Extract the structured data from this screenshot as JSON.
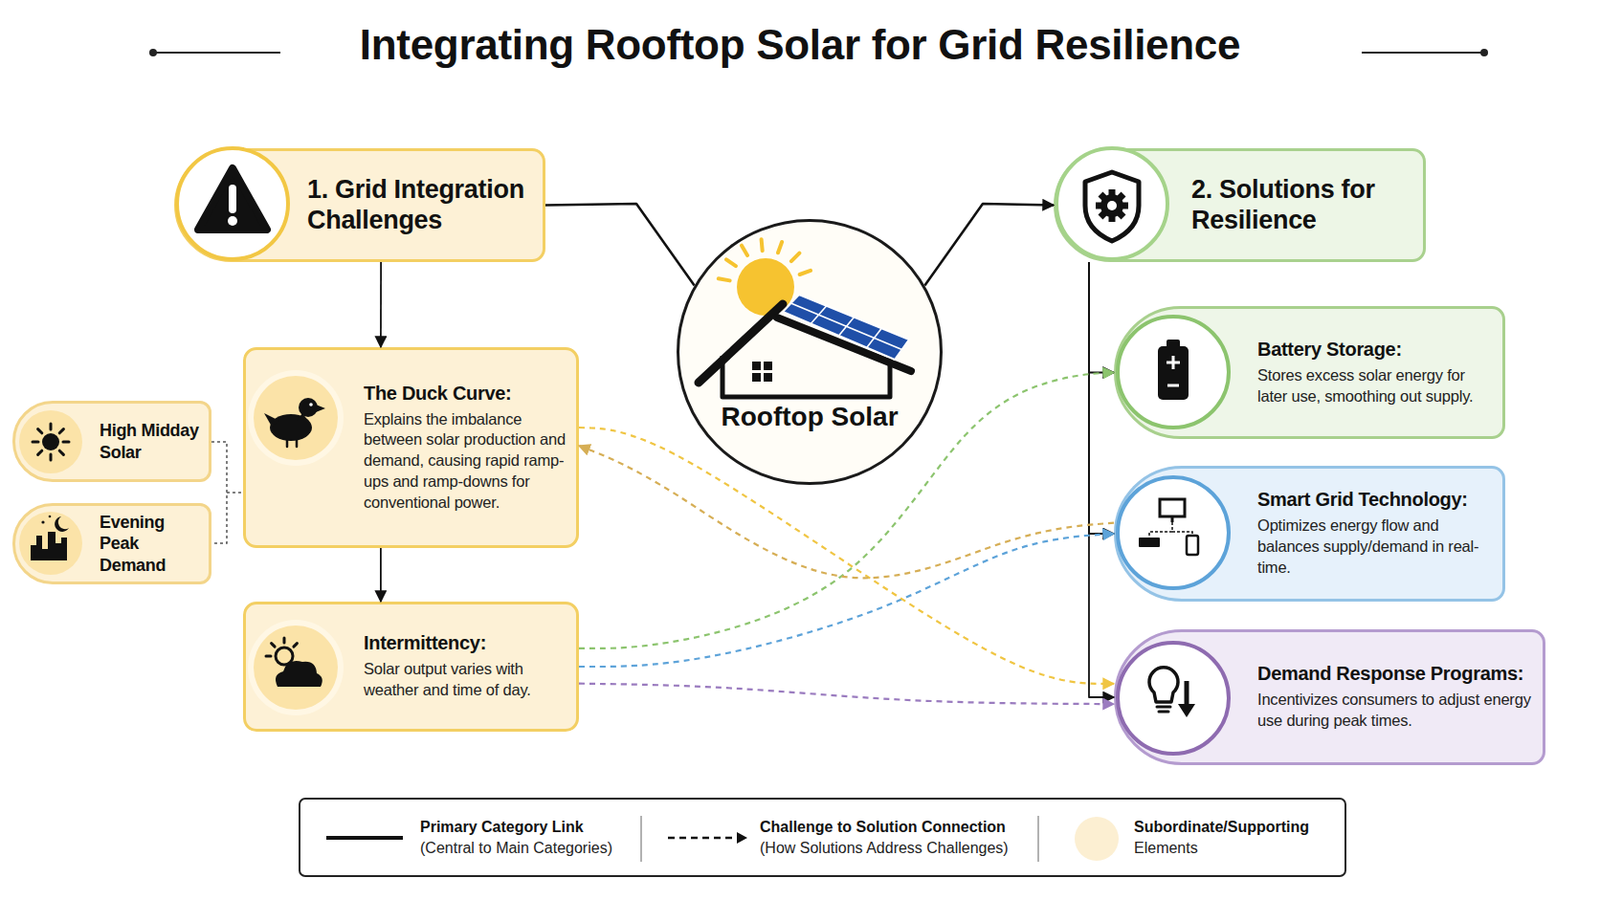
{
  "diagram": {
    "title": "Integrating Rooftop Solar for Grid Resilience",
    "nodes": [
      {
        "text": [
          "1. Grid Integration Challenges"
        ]
      },
      {
        "text": [
          "Rooftop Solar"
        ]
      },
      {
        "text": [
          "2. Solutions for Resilience"
        ]
      },
      {
        "text": [
          "High Midday Solar"
        ]
      },
      {
        "text": [
          "Evening Peak Demand"
        ]
      },
      {
        "text": [
          "The Duck Curve:",
          "Explains the imbalance between solar production and demand, causing rapid ramp-ups and ramp-downs for conventional power."
        ]
      },
      {
        "text": [
          "Intermittency:",
          "Solar output varies with weather and time of day."
        ]
      },
      {
        "text": [
          "Battery Storage:",
          "Stores excess solar energy for later use, smoothing out supply."
        ]
      },
      {
        "text": [
          "Smart Grid Technology:",
          "Optimizes energy flow and balances supply/demand in real-time."
        ]
      },
      {
        "text": [
          "Demand Response Programs:",
          "Incentivizes consumers to adjust energy use during peak times."
        ]
      }
    ],
    "edges": [
      {
        "from": 1,
        "to": 0,
        "arrow": "none"
      },
      {
        "from": 1,
        "to": 2,
        "arrow": "to"
      },
      {
        "from": 0,
        "to": 5,
        "arrow": "to"
      },
      {
        "from": 5,
        "to": 6,
        "arrow": "to"
      },
      {
        "from": 2,
        "to": 7,
        "arrow": "to"
      },
      {
        "from": 2,
        "to": 8,
        "arrow": "to"
      },
      {
        "from": 2,
        "to": 9,
        "arrow": "to"
      },
      {
        "from": 6,
        "to": 7,
        "arrow": "to"
      },
      {
        "from": 6,
        "to": 8,
        "arrow": "to"
      },
      {
        "from": 6,
        "to": 9,
        "arrow": "to"
      },
      {
        "from": 5,
        "to": 9,
        "arrow": "to"
      },
      {
        "from": 8,
        "to": 5,
        "arrow": "to"
      }
    ],
    "legend": [
      {
        "text": "Primary Category Link (Central to Main Categories)"
      },
      {
        "text": "Challenge to Solution Connection (How Solutions Address Challenges)"
      },
      {
        "text": "Subordinate/Supporting Elements",
        "color": "#fcefd2"
      }
    ]
  }
}
